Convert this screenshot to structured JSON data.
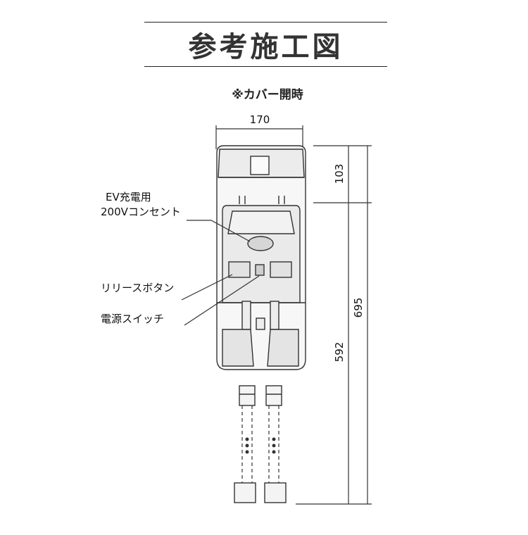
{
  "header": {
    "title": "参考施工図",
    "subtitle": "※カバー開時"
  },
  "dimensions": {
    "width": "170",
    "top_height": "103",
    "total_height": "695",
    "lower_height": "592"
  },
  "labels": {
    "outlet_line1": "EV充電用",
    "outlet_line2": "200Vコンセント",
    "release_button": "リリースボタン",
    "power_switch": "電源スイッチ"
  }
}
